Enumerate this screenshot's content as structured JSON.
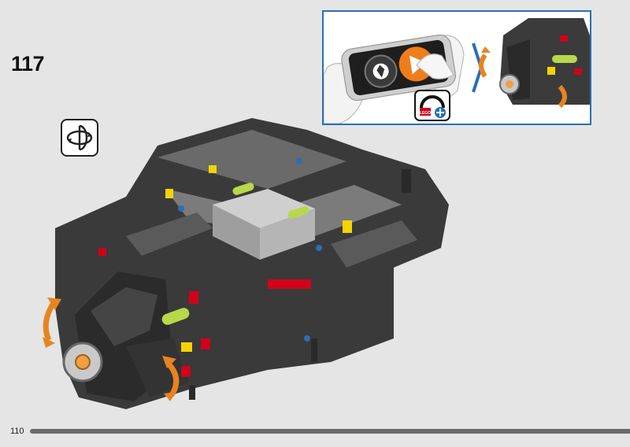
{
  "step": {
    "number": "117"
  },
  "page": {
    "number": "110"
  },
  "callout": {
    "app_logo_text": "LEGO",
    "icons": [
      "rotate-view-icon",
      "phone-app-icon",
      "play-icon",
      "speedometer-plus-icon"
    ]
  },
  "colors": {
    "callout_border": "#2a6fb4",
    "play_button": "#f07d1a",
    "rotation_arrow": "#e8841f",
    "page_background": "#e5e5e5"
  }
}
